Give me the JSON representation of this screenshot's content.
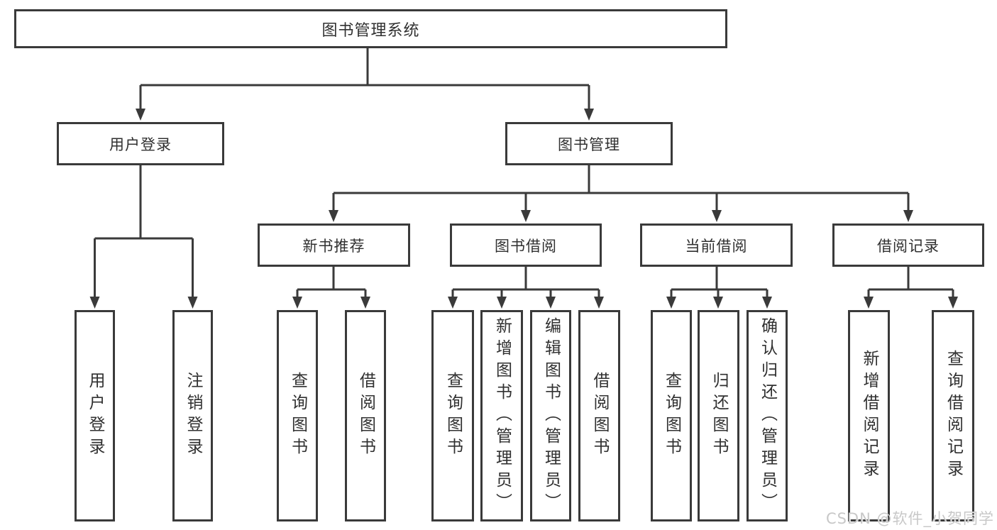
{
  "diagram": {
    "root": {
      "label": "图书管理系统"
    },
    "level2": [
      {
        "label": "用户登录"
      },
      {
        "label": "图书管理"
      }
    ],
    "level3": [
      {
        "label": "新书推荐"
      },
      {
        "label": "图书借阅"
      },
      {
        "label": "当前借阅"
      },
      {
        "label": "借阅记录"
      }
    ],
    "leaves": [
      {
        "label": "用户登录"
      },
      {
        "label": "注销登录"
      },
      {
        "label": "查询图书"
      },
      {
        "label": "借阅图书"
      },
      {
        "label": "查询图书"
      },
      {
        "label": "新增图书（管理员）"
      },
      {
        "label": "编辑图书（管理员）"
      },
      {
        "label": "借阅图书"
      },
      {
        "label": "查询图书"
      },
      {
        "label": "归还图书"
      },
      {
        "label": "确认归还（管理员）"
      },
      {
        "label": "新增借阅记录"
      },
      {
        "label": "查询借阅记录"
      }
    ]
  },
  "watermark": {
    "text": "CSDN @软件_小贺同学"
  },
  "colors": {
    "line": "#3a3a3a",
    "text": "#303030",
    "box_background": "#ffffff",
    "page_background": "#ffffff",
    "watermark": "#c8c8c8"
  }
}
